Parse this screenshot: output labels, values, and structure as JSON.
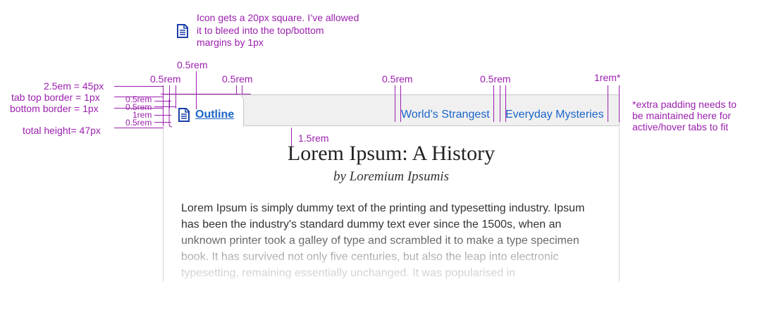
{
  "annotations": {
    "icon_note_lines": [
      "Icon gets a 20px square. I’ve allowed",
      "it to bleed into the top/bottom",
      "margins by 1px"
    ],
    "icon_top_margin": "0.5rem",
    "left_padding": "0.5rem",
    "tab_gap": "0.5rem",
    "tab2_padding": "0.5rem",
    "tab3_padding": "0.5rem",
    "right_padding": "1rem*",
    "left_labels": [
      "2.5em = 45px",
      "tab top border = 1px",
      "bottom border = 1px"
    ],
    "total_height": "total height= 47px",
    "stack_labels": [
      "0.5rem",
      "0.5rem",
      "1rem",
      "0.5rem"
    ],
    "content_gap": "1.5rem",
    "extra_note_lines": [
      "*extra padding needs to",
      "be maintained here for",
      "active/hover tabs to fit"
    ]
  },
  "tabs": [
    {
      "label": "Outline",
      "active": true,
      "icon": "document-icon"
    },
    {
      "label": "World’s Strangest",
      "active": false
    },
    {
      "label": "Everyday Mysteries",
      "active": false
    }
  ],
  "document": {
    "title": "Lorem Ipsum: A History",
    "byline": "by Loremium Ipsumis",
    "body": "Lorem Ipsum is simply dummy text of the printing and typesetting industry. Ipsum has been the industry's standard dummy text ever since the 1500s, when an unknown printer took a galley of type and scrambled it to make a type specimen book. It has survived not only five centuries, but also the leap into electronic typesetting, remaining essentially unchanged. It was popularised in"
  },
  "colors": {
    "annotation": "#9b1fae",
    "tab_text": "#1a64c8",
    "tab_bar_bg": "#f0f0f0",
    "border": "#c8c8c8"
  }
}
